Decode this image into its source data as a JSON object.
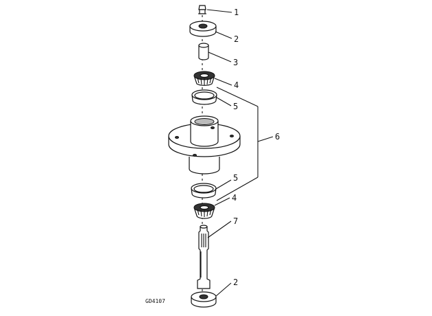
{
  "figure_code": "GD4107",
  "parts": [
    {
      "ref": "1",
      "name": "grease-fitting"
    },
    {
      "ref": "2",
      "name": "seal-washer-top"
    },
    {
      "ref": "3",
      "name": "spacer-sleeve"
    },
    {
      "ref": "4",
      "name": "bearing-cone-upper"
    },
    {
      "ref": "5",
      "name": "bearing-cup-upper"
    },
    {
      "ref": "6",
      "name": "spindle-housing-assembly"
    },
    {
      "ref": "5",
      "name": "bearing-cup-lower"
    },
    {
      "ref": "4",
      "name": "bearing-cone-lower"
    },
    {
      "ref": "7",
      "name": "spindle-shaft"
    },
    {
      "ref": "2",
      "name": "seal-washer-bottom"
    }
  ]
}
